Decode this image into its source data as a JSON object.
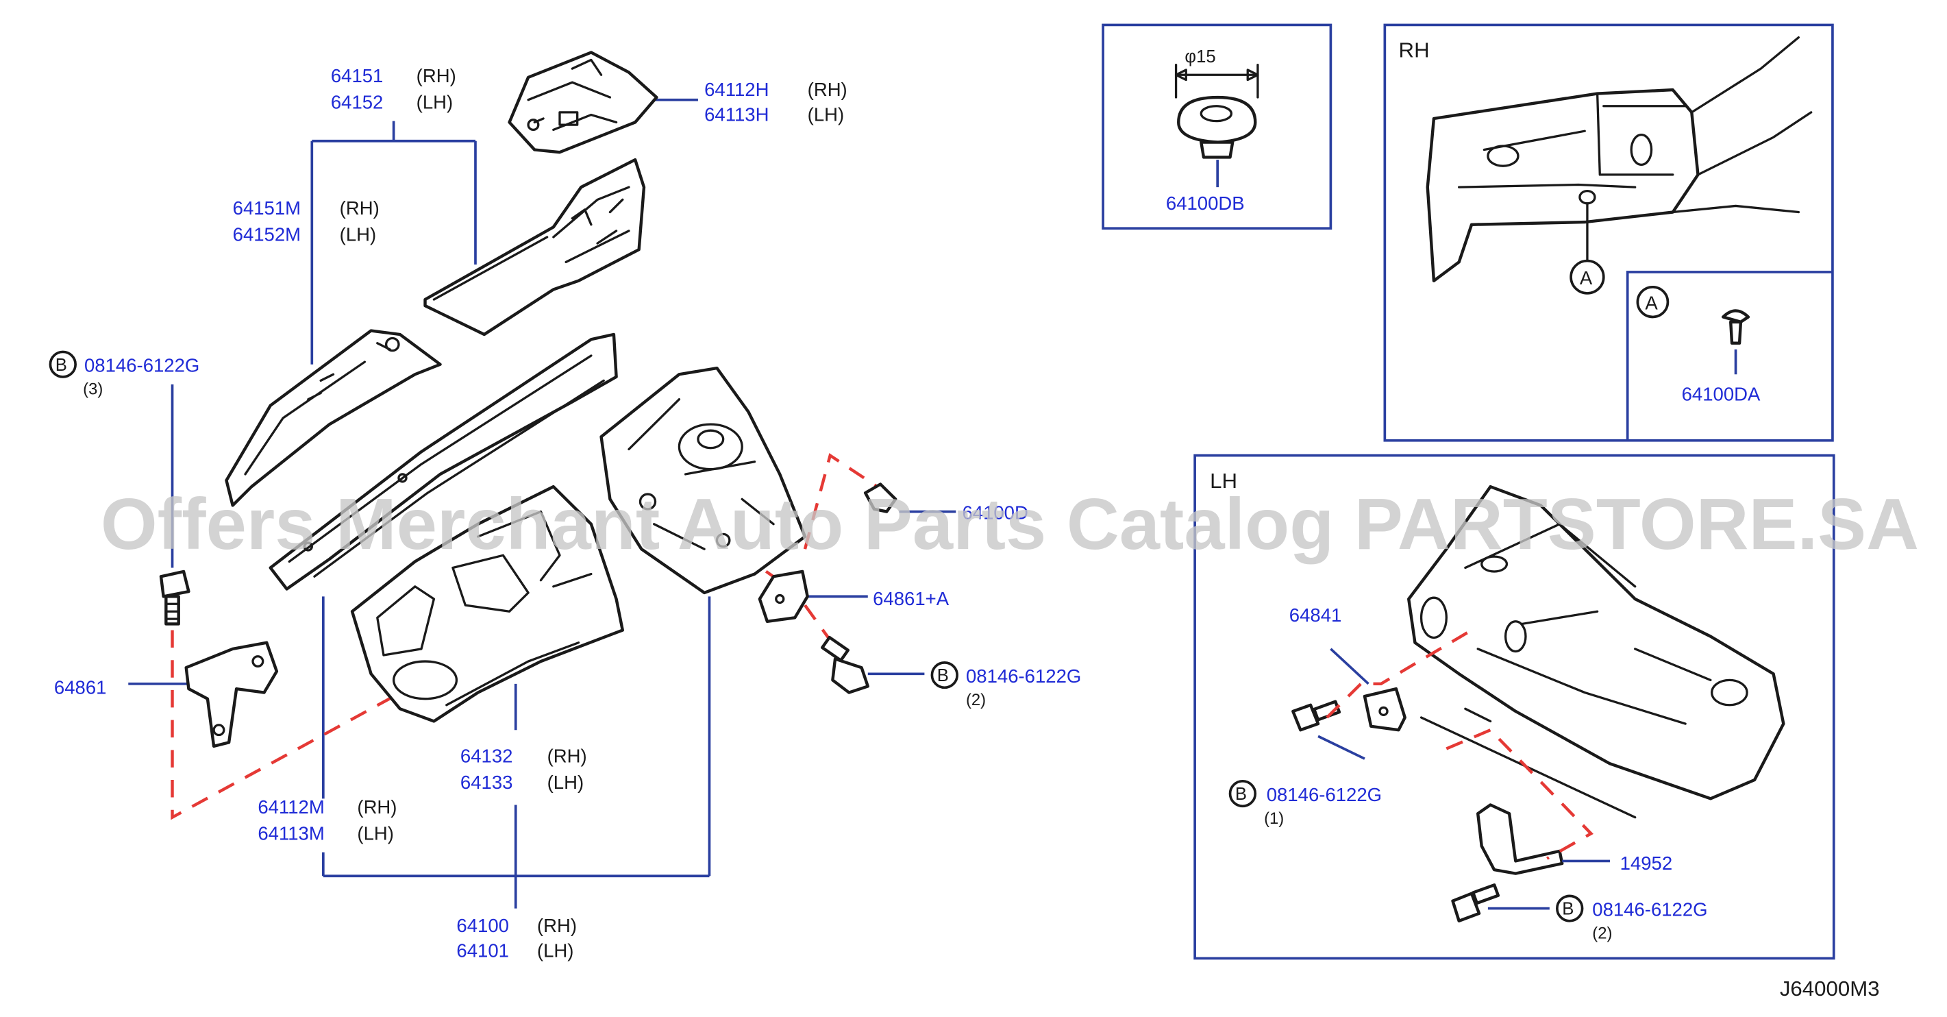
{
  "diagram_code": "J64000M3",
  "watermark": "Offers Merchant Auto Parts Catalog PARTSTORE.SA",
  "colors": {
    "part_number": "#1f2bd6",
    "leader": "#2a3fa0",
    "dashed": "#e53935",
    "text": "#1a1a1a",
    "watermark": "#c6c6c6"
  },
  "labels": {
    "p64151": "64151",
    "p64151_side": "(RH)",
    "p64152": "64152",
    "p64152_side": "(LH)",
    "p64112h": "64112H",
    "p64112h_side": "(RH)",
    "p64113h": "64113H",
    "p64113h_side": "(LH)",
    "p64151m": "64151M",
    "p64151m_side": "(RH)",
    "p64152m": "64152M",
    "p64152m_side": "(LH)",
    "b_top_letter": "B",
    "b_top_num": "08146-6122G",
    "b_top_qty": "(3)",
    "p64861": "64861",
    "p64100d": "64100D",
    "p64861a": "64861+A",
    "b_mid_letter": "B",
    "b_mid_num": "08146-6122G",
    "b_mid_qty": "(2)",
    "p64132": "64132",
    "p64132_side": "(RH)",
    "p64133": "64133",
    "p64133_side": "(LH)",
    "p64112m": "64112M",
    "p64112m_side": "(RH)",
    "p64113m": "64113M",
    "p64113m_side": "(LH)",
    "p64100": "64100",
    "p64100_side": "(RH)",
    "p64101": "64101",
    "p64101_side": "(LH)"
  },
  "detail_box": {
    "dim": "φ15",
    "part": "64100DB"
  },
  "rh_box": {
    "title": "RH",
    "callout": "A",
    "inset_callout": "A",
    "inset_part": "64100DA"
  },
  "lh_box": {
    "title": "LH",
    "p64841": "64841",
    "b1_letter": "B",
    "b1_num": "08146-6122G",
    "b1_qty": "(1)",
    "p14952": "14952",
    "b2_letter": "B",
    "b2_num": "08146-6122G",
    "b2_qty": "(2)"
  }
}
